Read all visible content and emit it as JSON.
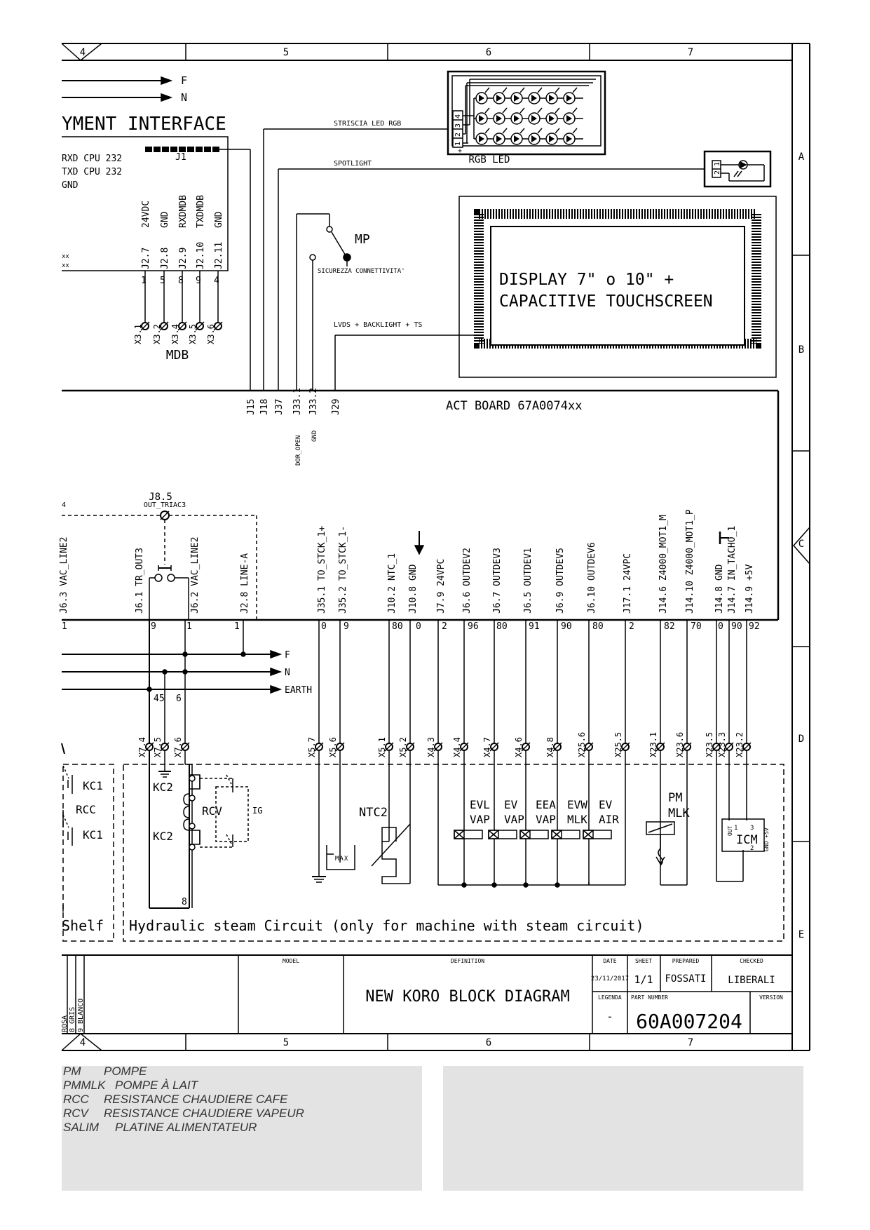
{
  "grid": {
    "columns": [
      "4",
      "5",
      "6",
      "7"
    ],
    "rows": [
      "A",
      "B",
      "C",
      "D",
      "E"
    ]
  },
  "top_arrows": [
    "F",
    "N"
  ],
  "payment": {
    "title": "YMENT INTERFACE",
    "connector": "J1",
    "signals": [
      "RXD CPU 232",
      "TXD CPU 232",
      "GND"
    ],
    "pin_names": [
      "24VDC",
      "GND",
      "RXDMDB",
      "TXDMDB",
      "GND"
    ],
    "pin_ids": [
      "J2.7",
      "J2.8",
      "J2.9",
      "J2.10",
      "J2.11"
    ],
    "pin_nums": [
      "1",
      "5",
      "8",
      "9",
      "4"
    ],
    "x_terms": [
      "X3.1",
      "X3.2",
      "X3.4",
      "X3.5",
      "X3.6"
    ],
    "stub": "xx",
    "label": "MDB"
  },
  "rgb": {
    "wire_label": "STRISCIA LED RGB",
    "label": "RGB LED",
    "pins": [
      "4",
      "3",
      "2",
      "1"
    ],
    "plus": "+"
  },
  "spotlight": {
    "wire_label": "SPOTLIGHT",
    "pins": [
      "1",
      "2"
    ]
  },
  "mp": {
    "label": "MP",
    "wire_label": "SICUREZZA CONNETTIVITA'"
  },
  "display": {
    "line1": "DISPLAY 7\" o 10\" +",
    "line2": "CAPACITIVE TOUCHSCREEN",
    "wire_label": "LVDS + BACKLIGHT + TS"
  },
  "board": {
    "title": "ACT BOARD 67A0074xx",
    "top_pins": [
      "J15",
      "J18",
      "J37",
      "J33.1",
      "J33.2",
      "J29"
    ],
    "dor_open": "DOR_OPEN",
    "gnd": "GND",
    "triac_label": "J8.5",
    "triac_sub": "OUT_TRIAC3",
    "side_num": "4",
    "bottom_left_labels": [
      "J6.3 VAC_LINE2",
      "J6.1 TR_OUT3",
      "J6.2 VAC_LINE2",
      "J2.8 LINE-A"
    ],
    "bottom_left_nums": [
      "1",
      "9",
      "1",
      "1"
    ],
    "bottom_right_labels": [
      "J35.1 TO_STCK_1+",
      "J35.2 TO_STCK_1-",
      "J10.2 NTC_1",
      "J10.8 GND",
      "J7.9 24VPC",
      "J6.6 OUTDEV2",
      "J6.7 OUTDEV3",
      "J6.5 OUTDEV1",
      "J6.9 OUTDEV5",
      "J6.10 OUTDEV6",
      "J17.1 24VPC",
      "J14.6 Z4000_MOT1_M",
      "J14.10 Z4000_MOT1_P",
      "J14.8 GND",
      "J14.7 IN_TACHO_1",
      "J14.9 +5V"
    ],
    "bottom_right_nums": [
      "0",
      "9",
      "80",
      "0",
      "2",
      "96",
      "80",
      "91",
      "90",
      "80",
      "2",
      "82",
      "70",
      "0",
      "90",
      "92"
    ]
  },
  "mains": [
    "F",
    "N",
    "EARTH"
  ],
  "wire_nums": {
    "w45": "45",
    "w6": "6",
    "w8": "8"
  },
  "x_terminals_left": [
    "X7.4",
    "X7.5",
    "X7.6"
  ],
  "x_terminals_right": [
    "X5.7",
    "X5.6",
    "X5.1",
    "X5.2",
    "X4.3",
    "X4.4",
    "X4.7",
    "X4.6",
    "X4.8",
    "X25.6",
    "X25.5",
    "X23.1",
    "X23.6",
    "X23.5",
    "X23.3",
    "X23.2"
  ],
  "components": {
    "kc1a": "KC1",
    "rcc": "RCC",
    "kc1b": "KC1",
    "kc2a": "KC2",
    "rcv": "RCV",
    "kc2b": "KC2",
    "ig": "IG",
    "ntc": "NTC2",
    "max": "MAX",
    "evl_vap": [
      "EVL",
      "VAP"
    ],
    "ev_vap": [
      "EV",
      "VAP"
    ],
    "eea_vap": [
      "EEA",
      "VAP"
    ],
    "evw_mlk": [
      "EVW",
      "MLK"
    ],
    "ev_air": [
      "EV",
      "AIR"
    ],
    "pm_mlk": [
      "PM",
      "MLK"
    ],
    "icm": "ICM",
    "icm_out": "OUT",
    "icm_1": "1",
    "icm_3": "3",
    "icm_2": "2",
    "icm_gnd": "GND +5V"
  },
  "sections": {
    "shelf": "Shelf",
    "hydraulic": "Hydraulic steam Circuit (only for machine with steam circuit)"
  },
  "title_block": {
    "model_h": "MODEL",
    "definition_h": "DEFINITION",
    "definition": "NEW KORO BLOCK DIAGRAM",
    "date_h": "DATE",
    "date": "23/11/2017",
    "sheet_h": "SHEET",
    "sheet": "1/1",
    "prepared_h": "PREPARED",
    "prepared": "FOSSATI",
    "checked_h": "CHECKED",
    "checked": "LIBERALI",
    "legenda_h": "LEGENDA",
    "legenda": "-",
    "part_h": "PART NUMBER",
    "part": "60A007204",
    "version_h": "VERSION",
    "side_codes": [
      "ROSA",
      "8 GRIS",
      "9 BLANCO"
    ]
  },
  "legend": [
    {
      "abbr": "PM",
      "text": "POMPE"
    },
    {
      "abbr": "PMMLK",
      "text": "POMPE À LAIT"
    },
    {
      "abbr": "RCC",
      "text": "RESISTANCE CHAUDIERE CAFE"
    },
    {
      "abbr": "RCV",
      "text": "RESISTANCE CHAUDIERE VAPEUR"
    },
    {
      "abbr": "SALIM",
      "text": "PLATINE ALIMENTATEUR"
    }
  ]
}
